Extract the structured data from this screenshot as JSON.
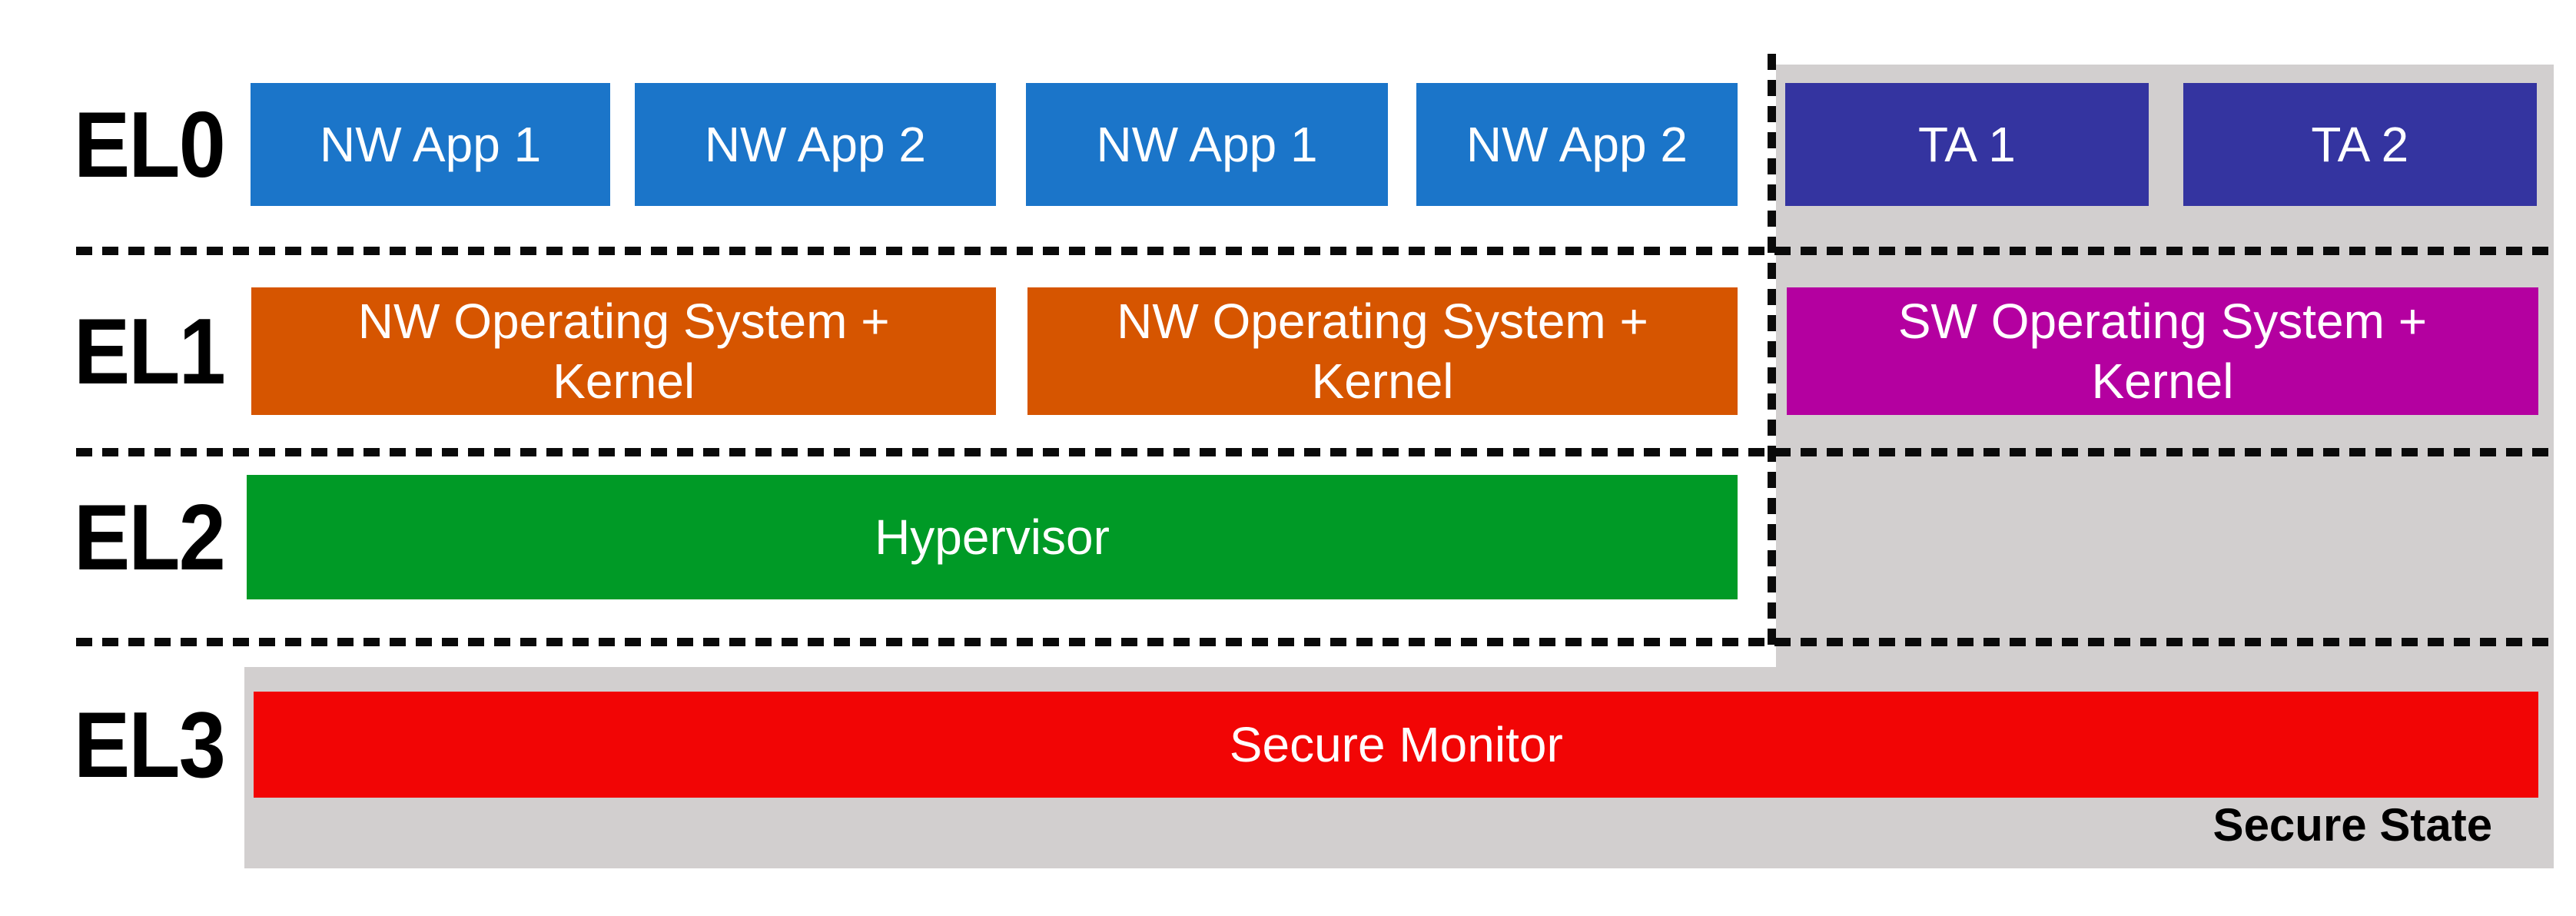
{
  "colors": {
    "nw_app": "#1b75c9",
    "trusted_app": "#3434a0",
    "nw_os": "#d65500",
    "sw_os": "#b400a0",
    "hypervisor": "#009a26",
    "secure_monitor": "#f20505",
    "secure_bg": "#d2cfcf",
    "divider": "#0a0a0a",
    "label_text": "#000000",
    "box_text": "#ffffff"
  },
  "labels": {
    "el0": "EL0",
    "el1": "EL1",
    "el2": "EL2",
    "el3": "EL3"
  },
  "el0": {
    "nw_apps": [
      "NW App 1",
      "NW App 2",
      "NW App 1",
      "NW App 2"
    ],
    "trusted_apps": [
      "TA 1",
      "TA 2"
    ]
  },
  "el1": {
    "nw_os": [
      {
        "line1": "NW Operating System +",
        "line2": "Kernel"
      },
      {
        "line1": "NW Operating System +",
        "line2": "Kernel"
      }
    ],
    "sw_os": {
      "line1": "SW Operating System +",
      "line2": "Kernel"
    }
  },
  "el2": {
    "hypervisor": "Hypervisor"
  },
  "el3": {
    "secure_monitor": "Secure Monitor"
  },
  "secure_state_label": "Secure State"
}
